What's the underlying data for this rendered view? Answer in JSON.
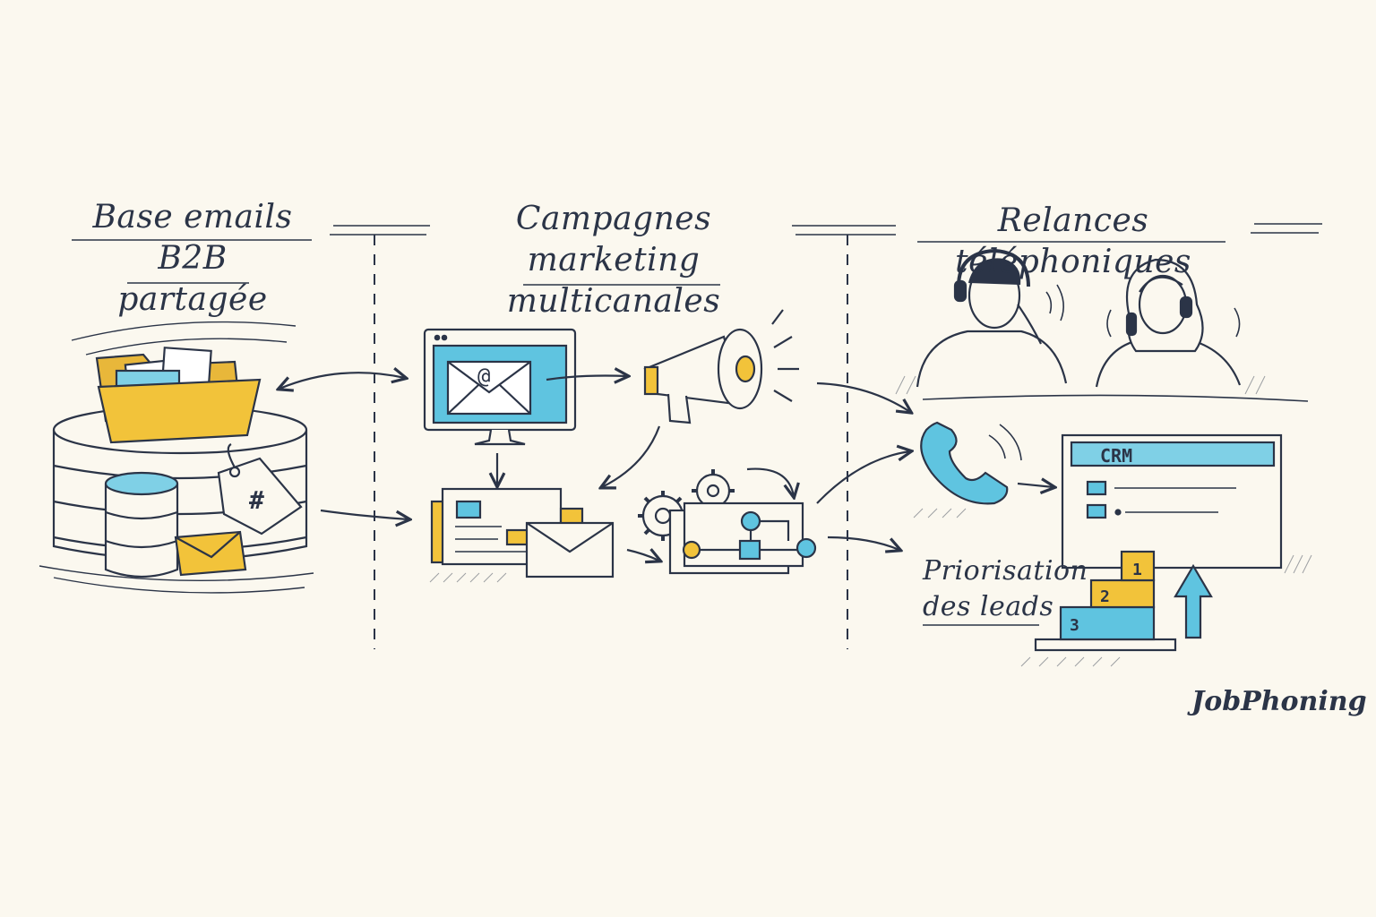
{
  "columns": {
    "database": {
      "title_line1": "Base emails B2B",
      "title_line2": "partagée"
    },
    "campaigns": {
      "title_line1": "Campagnes marketing",
      "title_line2": "multicanales"
    },
    "calls": {
      "title": "Relances téléphoniques"
    }
  },
  "crm": {
    "label": "CRM"
  },
  "priority": {
    "line1": "Priorisation",
    "line2": "des leads",
    "steps": [
      "1",
      "2",
      "3"
    ]
  },
  "database_tag": "#",
  "email_symbol": "@",
  "brand": "JobPhoning",
  "colors": {
    "ink": "#2b3447",
    "yellow": "#f2c33a",
    "blue": "#5fc4e0",
    "paper": "#fbf8ef"
  }
}
